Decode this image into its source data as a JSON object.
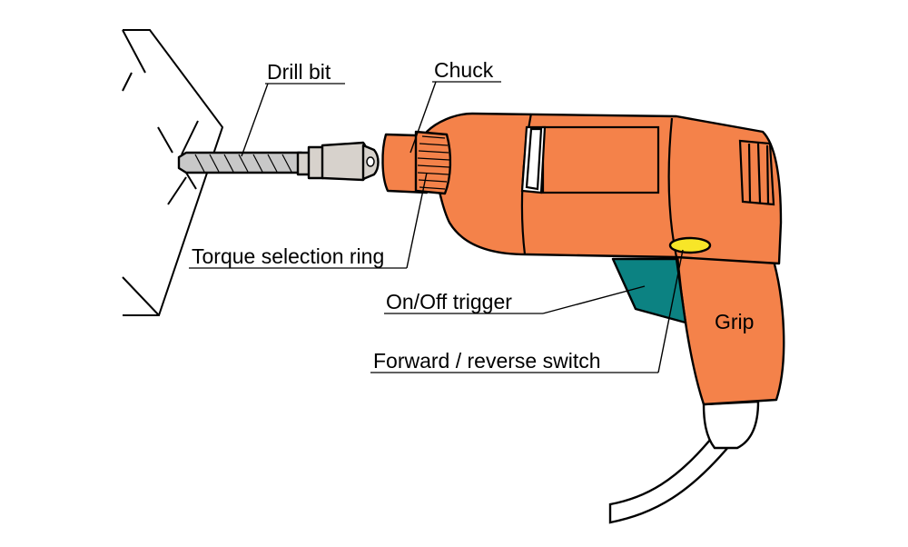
{
  "labels": {
    "drill_bit": "Drill bit",
    "chuck": "Chuck",
    "torque_ring": "Torque selection ring",
    "trigger": "On/Off trigger",
    "switch": "Forward / reverse switch",
    "grip": "Grip"
  },
  "colors": {
    "body": "#f4824a",
    "trigger": "#0c8282",
    "switch": "#f7e628",
    "chuck_metal": "#d7d2cc",
    "bit": "#c8c8c8",
    "cord": "#ffffff",
    "outline": "#000000"
  }
}
